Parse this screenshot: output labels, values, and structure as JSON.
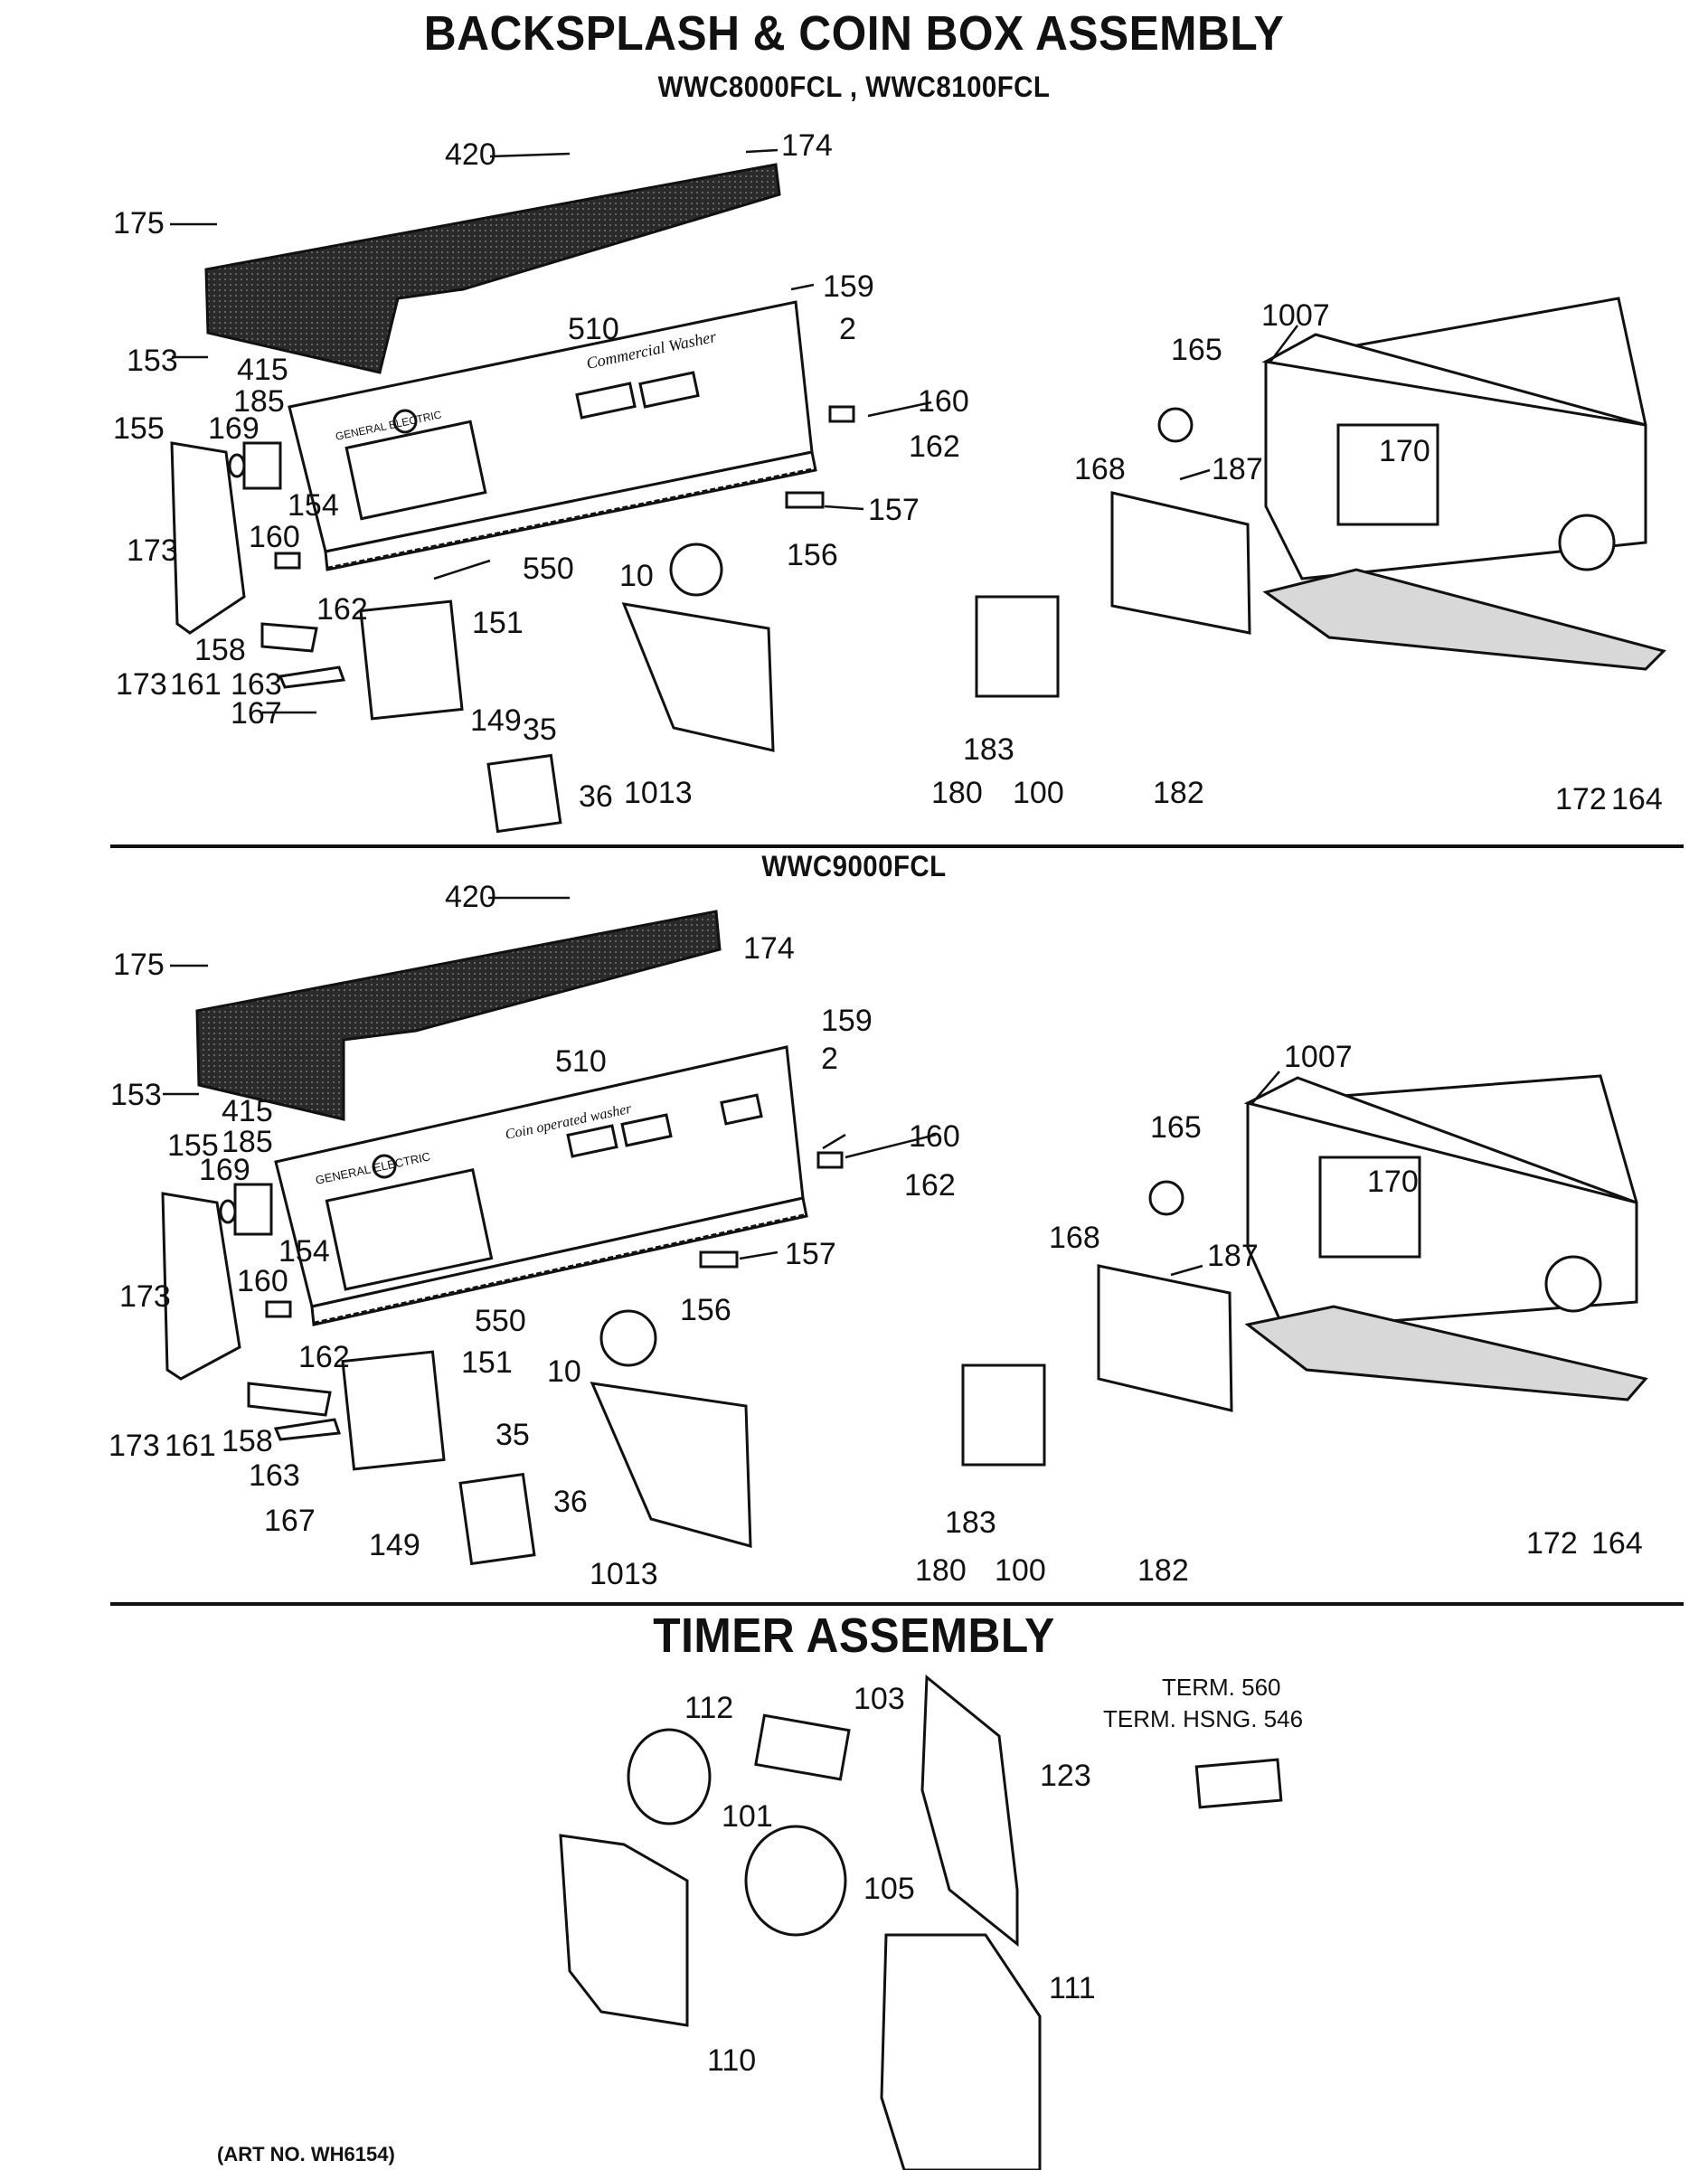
{
  "header": {
    "title": "BACKSPLASH & COIN BOX ASSEMBLY",
    "models_top": "WWC8000FCL , WWC8100FCL",
    "models_bottom": "WWC9000FCL"
  },
  "timer_section": {
    "title": "TIMER ASSEMBLY",
    "term_label": "TERM. 560",
    "term_hsng_label": "TERM. HSNG. 546"
  },
  "footer": {
    "art_no": "(ART NO. WH6154)"
  },
  "panel_text": {
    "brand": "GENERAL ELECTRIC",
    "script_top": "Commercial Washer",
    "script_bottom": "Coin operated washer"
  },
  "callouts_top": {
    "c420": "420",
    "c174": "174",
    "c175": "175",
    "c159": "159",
    "c2": "2",
    "c510": "510",
    "c153": "153",
    "c415": "415",
    "c185": "185",
    "c160a": "160",
    "c162a": "162",
    "c155": "155",
    "c169": "169",
    "c154": "154",
    "c157": "157",
    "c173a": "173",
    "c160b": "160",
    "c550": "550",
    "c156": "156",
    "c10": "10",
    "c162b": "162",
    "c151": "151",
    "c158": "158",
    "c173b": "173",
    "c161": "161",
    "c163": "163",
    "c167": "167",
    "c149": "149",
    "c35": "35",
    "c36": "36",
    "c1013": "1013",
    "c1007": "1007",
    "c165": "165",
    "c170": "170",
    "c168": "168",
    "c187": "187",
    "c182": "182",
    "c180": "180",
    "c183": "183",
    "c100": "100",
    "c172": "172",
    "c164": "164"
  },
  "callouts_bottom": {
    "c420": "420",
    "c174": "174",
    "c175": "175",
    "c159": "159",
    "c2": "2",
    "c510": "510",
    "c153": "153",
    "c415": "415",
    "c185": "185",
    "c155": "155",
    "c169": "169",
    "c154": "154",
    "c160a": "160",
    "c162a": "162",
    "c157": "157",
    "c173a": "173",
    "c160b": "160",
    "c550": "550",
    "c156": "156",
    "c10": "10",
    "c162b": "162",
    "c151": "151",
    "c158": "158",
    "c173b": "173",
    "c161": "161",
    "c163": "163",
    "c167": "167",
    "c149": "149",
    "c35": "35",
    "c36": "36",
    "c1013": "1013",
    "c1007": "1007",
    "c165": "165",
    "c170": "170",
    "c168": "168",
    "c187": "187",
    "c182": "182",
    "c180": "180",
    "c183": "183",
    "c100": "100",
    "c172": "172",
    "c164": "164"
  },
  "callouts_timer": {
    "c112": "112",
    "c103": "103",
    "c123": "123",
    "c101": "101",
    "c105": "105",
    "c111": "111",
    "c110": "110"
  }
}
